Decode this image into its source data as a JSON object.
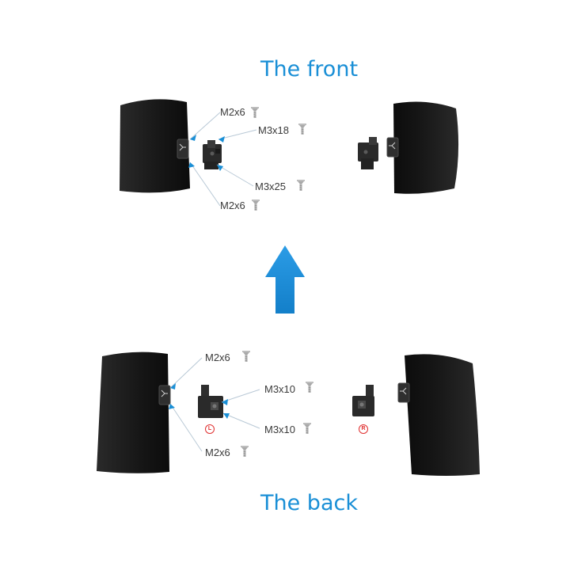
{
  "headings": {
    "front": "The front",
    "back": "The back"
  },
  "front_labels": {
    "a": "M2x6",
    "b": "M3x18",
    "c": "M3x25",
    "d": "M2x6"
  },
  "back_labels": {
    "a": "M2x6",
    "b": "M3x10",
    "c": "M3x10",
    "d": "M2x6"
  },
  "side_badges": {
    "left": "L",
    "right": "R"
  },
  "colors": {
    "accent": "#1a8fd6",
    "arrow": "#1a8fd6",
    "badge": "#e03030",
    "part": "#1b1b1b"
  },
  "icons": {
    "screw": "screw-icon",
    "arrow": "arrow-up-icon"
  }
}
